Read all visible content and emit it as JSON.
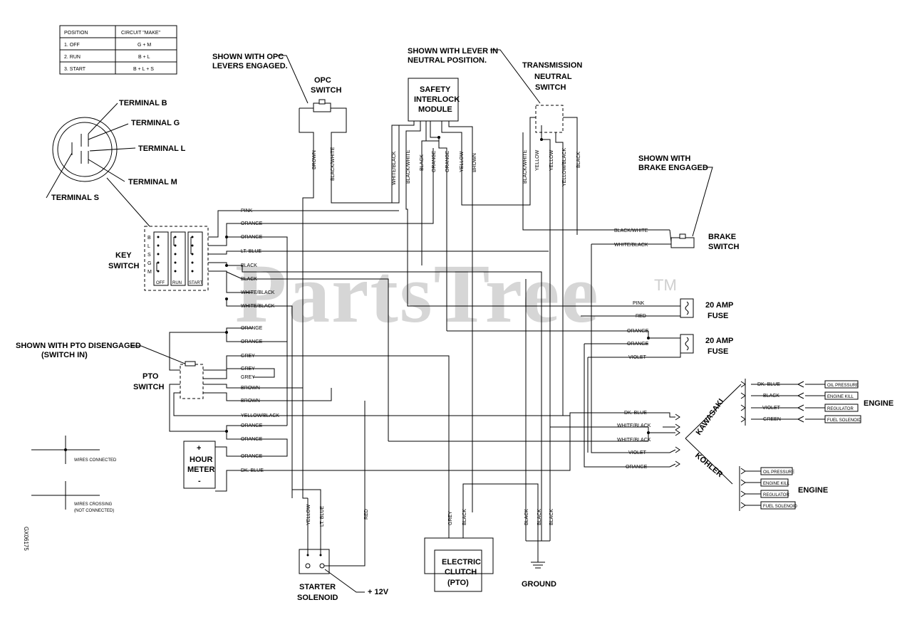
{
  "table": {
    "headers": [
      "POSITION",
      "CIRCUIT \"MAKE\""
    ],
    "rows": [
      [
        "1. OFF",
        "G + M"
      ],
      [
        "2. RUN",
        "B + L"
      ],
      [
        "3. START",
        "B + L + S"
      ]
    ]
  },
  "watermark": {
    "brand": "PartsTree",
    "tm": "TM"
  },
  "labels": {
    "terminal_b": "TERMINAL B",
    "terminal_g": "TERMINAL G",
    "terminal_l": "TERMINAL L",
    "terminal_m": "TERMINAL M",
    "terminal_s": "TERMINAL S",
    "opc_note_1": "SHOWN WITH OPC",
    "opc_note_2": "LEVERS ENGAGED.",
    "opc_switch_1": "OPC",
    "opc_switch_2": "SWITCH",
    "sim_1": "SAFETY",
    "sim_2": "INTERLOCK",
    "sim_3": "MODULE",
    "lever_note_1": "SHOWN WITH LEVER IN",
    "lever_note_2": "NEUTRAL POSITION.",
    "trans_1": "TRANSMISSION",
    "trans_2": "NEUTRAL",
    "trans_3": "SWITCH",
    "brake_note_1": "SHOWN WITH",
    "brake_note_2": "BRAKE ENGAGED",
    "brake_1": "BRAKE",
    "brake_2": "SWITCH",
    "key_1": "KEY",
    "key_2": "SWITCH",
    "key_letters": [
      "B",
      "L",
      "S",
      "G",
      "M"
    ],
    "key_pos": [
      "OFF",
      "RUN",
      "START"
    ],
    "pto_note_1": "SHOWN WITH PTO DISENGAGED",
    "pto_note_2": "(SWITCH IN)",
    "pto_1": "PTO",
    "pto_2": "SWITCH",
    "hour_plus": "+",
    "hour_1": "HOUR",
    "hour_2": "METER",
    "hour_minus": "-",
    "fuse_1a": "20 AMP",
    "fuse_1b": "FUSE",
    "fuse_2a": "20 AMP",
    "fuse_2b": "FUSE",
    "kawasaki": "KAWASAKI",
    "kohler": "KOHLER",
    "engine_1": "ENGINE",
    "engine_2": "ENGINE",
    "kaw_components": [
      "OIL PRESSURE",
      "ENGINE KILL",
      "REGULATOR",
      "FUEL SOLENOID"
    ],
    "koh_components": [
      "OIL PRESSURE",
      "ENGINE KILL",
      "REGULATOR",
      "FUEL SOLENOID"
    ],
    "kaw_wires": [
      "DK. BLUE",
      "BLACK",
      "VIOLET",
      "GREEN"
    ],
    "starter_1": "STARTER",
    "starter_2": "SOLENOID",
    "plus12": "+ 12V",
    "clutch_1": "ELECTRIC",
    "clutch_2": "CLUTCH",
    "clutch_3": "(PTO)",
    "ground": "GROUND",
    "legend_connected": "WIRES CONNECTED",
    "legend_crossing_1": "WIRES CROSSING",
    "legend_crossing_2": "(NOT CONNECTED)",
    "drawing_no": "GX06175"
  },
  "wires": {
    "pink": "PINK",
    "orange": "ORANGE",
    "ltblue": "LT. BLUE",
    "black": "BLACK",
    "whiteblack": "WHITE/BLACK",
    "blackwhite": "BLACK/WHITE",
    "grey": "GREY",
    "brown": "BROWN",
    "yellowblack": "YELLOW/BLACK",
    "dkblue": "DK. BLUE",
    "red": "RED",
    "violet": "VIOLET",
    "yellow": "YELLOW",
    "green": "GREEN"
  }
}
